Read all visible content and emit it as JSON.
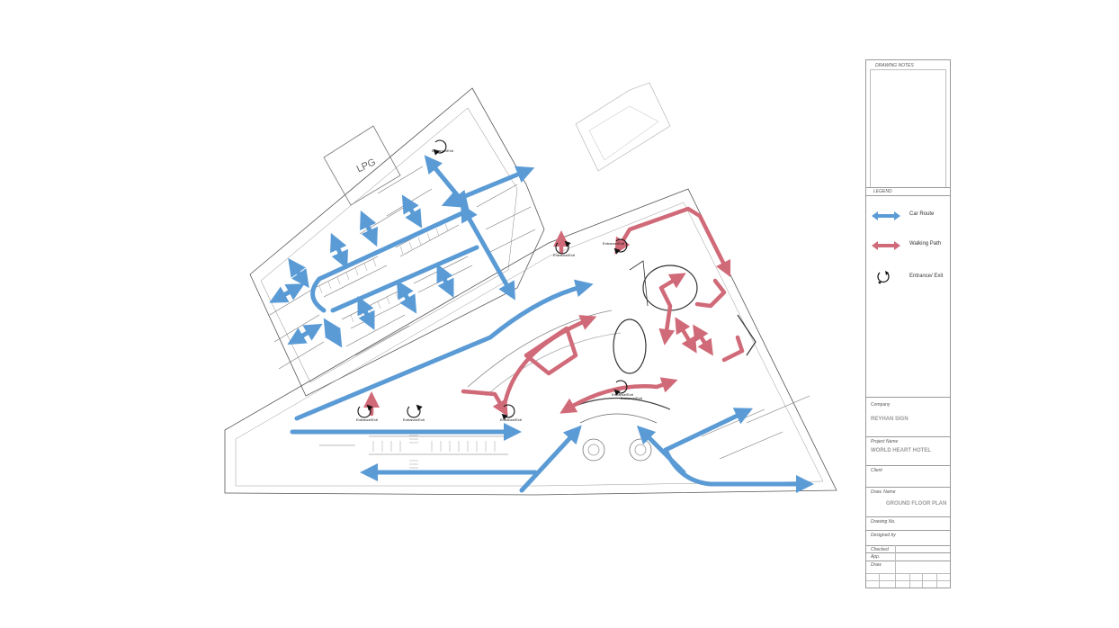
{
  "plan": {
    "lpg_label": "LPG",
    "entrance_labels": [
      "Entrance/Exit",
      "Entrance/Exit",
      "Entrance/Exit",
      "Entrance/Exit",
      "Entrance/Exit",
      "Entrance/Exit",
      "Entrance/Exit",
      "Entrance/Exit"
    ],
    "colors": {
      "car_route": "#5b9bd5",
      "walking_path": "#d06a78",
      "linework": "#444444"
    }
  },
  "title_block": {
    "notes_label": "DRAWING NOTES",
    "legend_label": "LEGEND",
    "legend": [
      {
        "icon": "car-route-arrow-icon",
        "text": "Car Route"
      },
      {
        "icon": "walking-path-arrow-icon",
        "text": "Walking Path"
      },
      {
        "icon": "entrance-exit-icon",
        "text": "Entrance/ Exit"
      }
    ],
    "company_label": "Company",
    "company": "REYHAN SIGN",
    "project_label": "Project Name",
    "project": "WORLD HEART HOTEL",
    "client_label": "Client",
    "draw_name_label": "Draw. Name",
    "draw_name": "GROUND FLOOR PLAN",
    "drawing_no_label": "Drawing No.",
    "designed_by_label": "Designed by",
    "checked_label": "Checked",
    "app_label": "App.",
    "draw_label": "Draw"
  }
}
